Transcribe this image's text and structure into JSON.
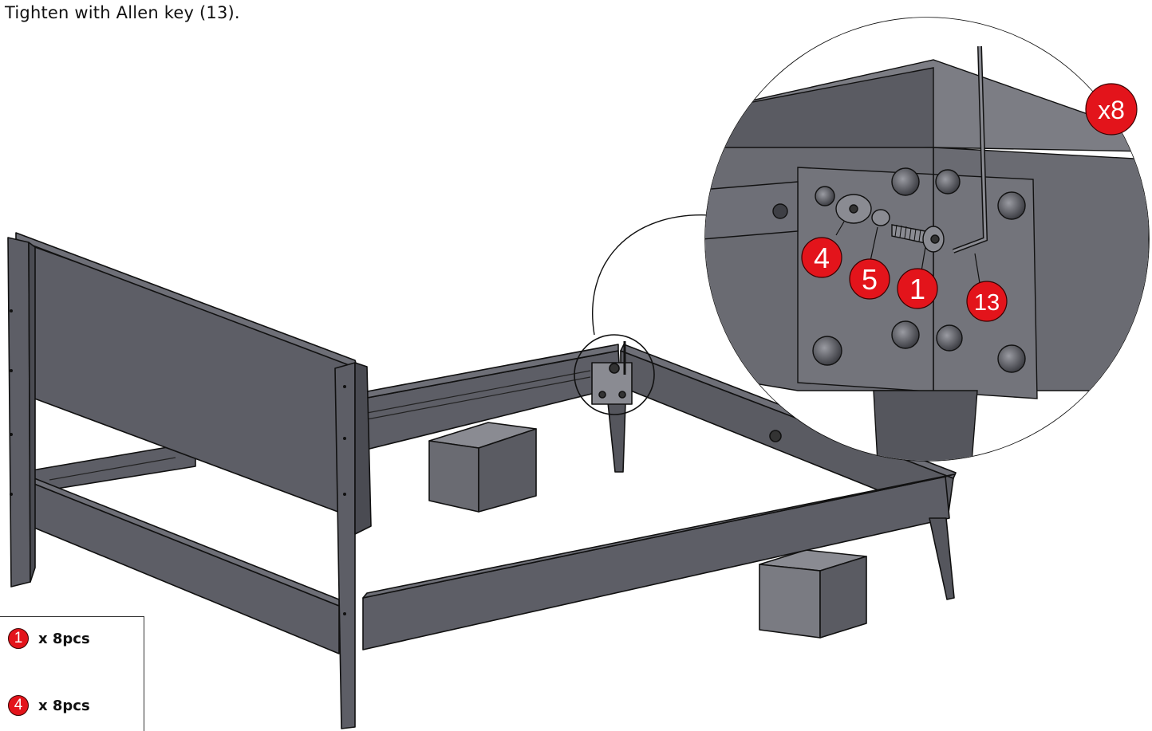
{
  "instruction": "Tighten with Allen key (13).",
  "callouts": {
    "washer_large": "4",
    "washer_small": "5",
    "bolt": "1",
    "allen_key": "13",
    "repeat": "x8"
  },
  "parts_list": [
    {
      "part": "1",
      "qty": "x 8pcs"
    },
    {
      "part": "4",
      "qty": "x 8pcs"
    }
  ],
  "colors": {
    "wood": "#5d5e66",
    "wood_light": "#6e6f77",
    "wood_dark": "#4a4b52",
    "outline": "#111111",
    "callout_red": "#e3141b",
    "block": "#6a6b72"
  }
}
